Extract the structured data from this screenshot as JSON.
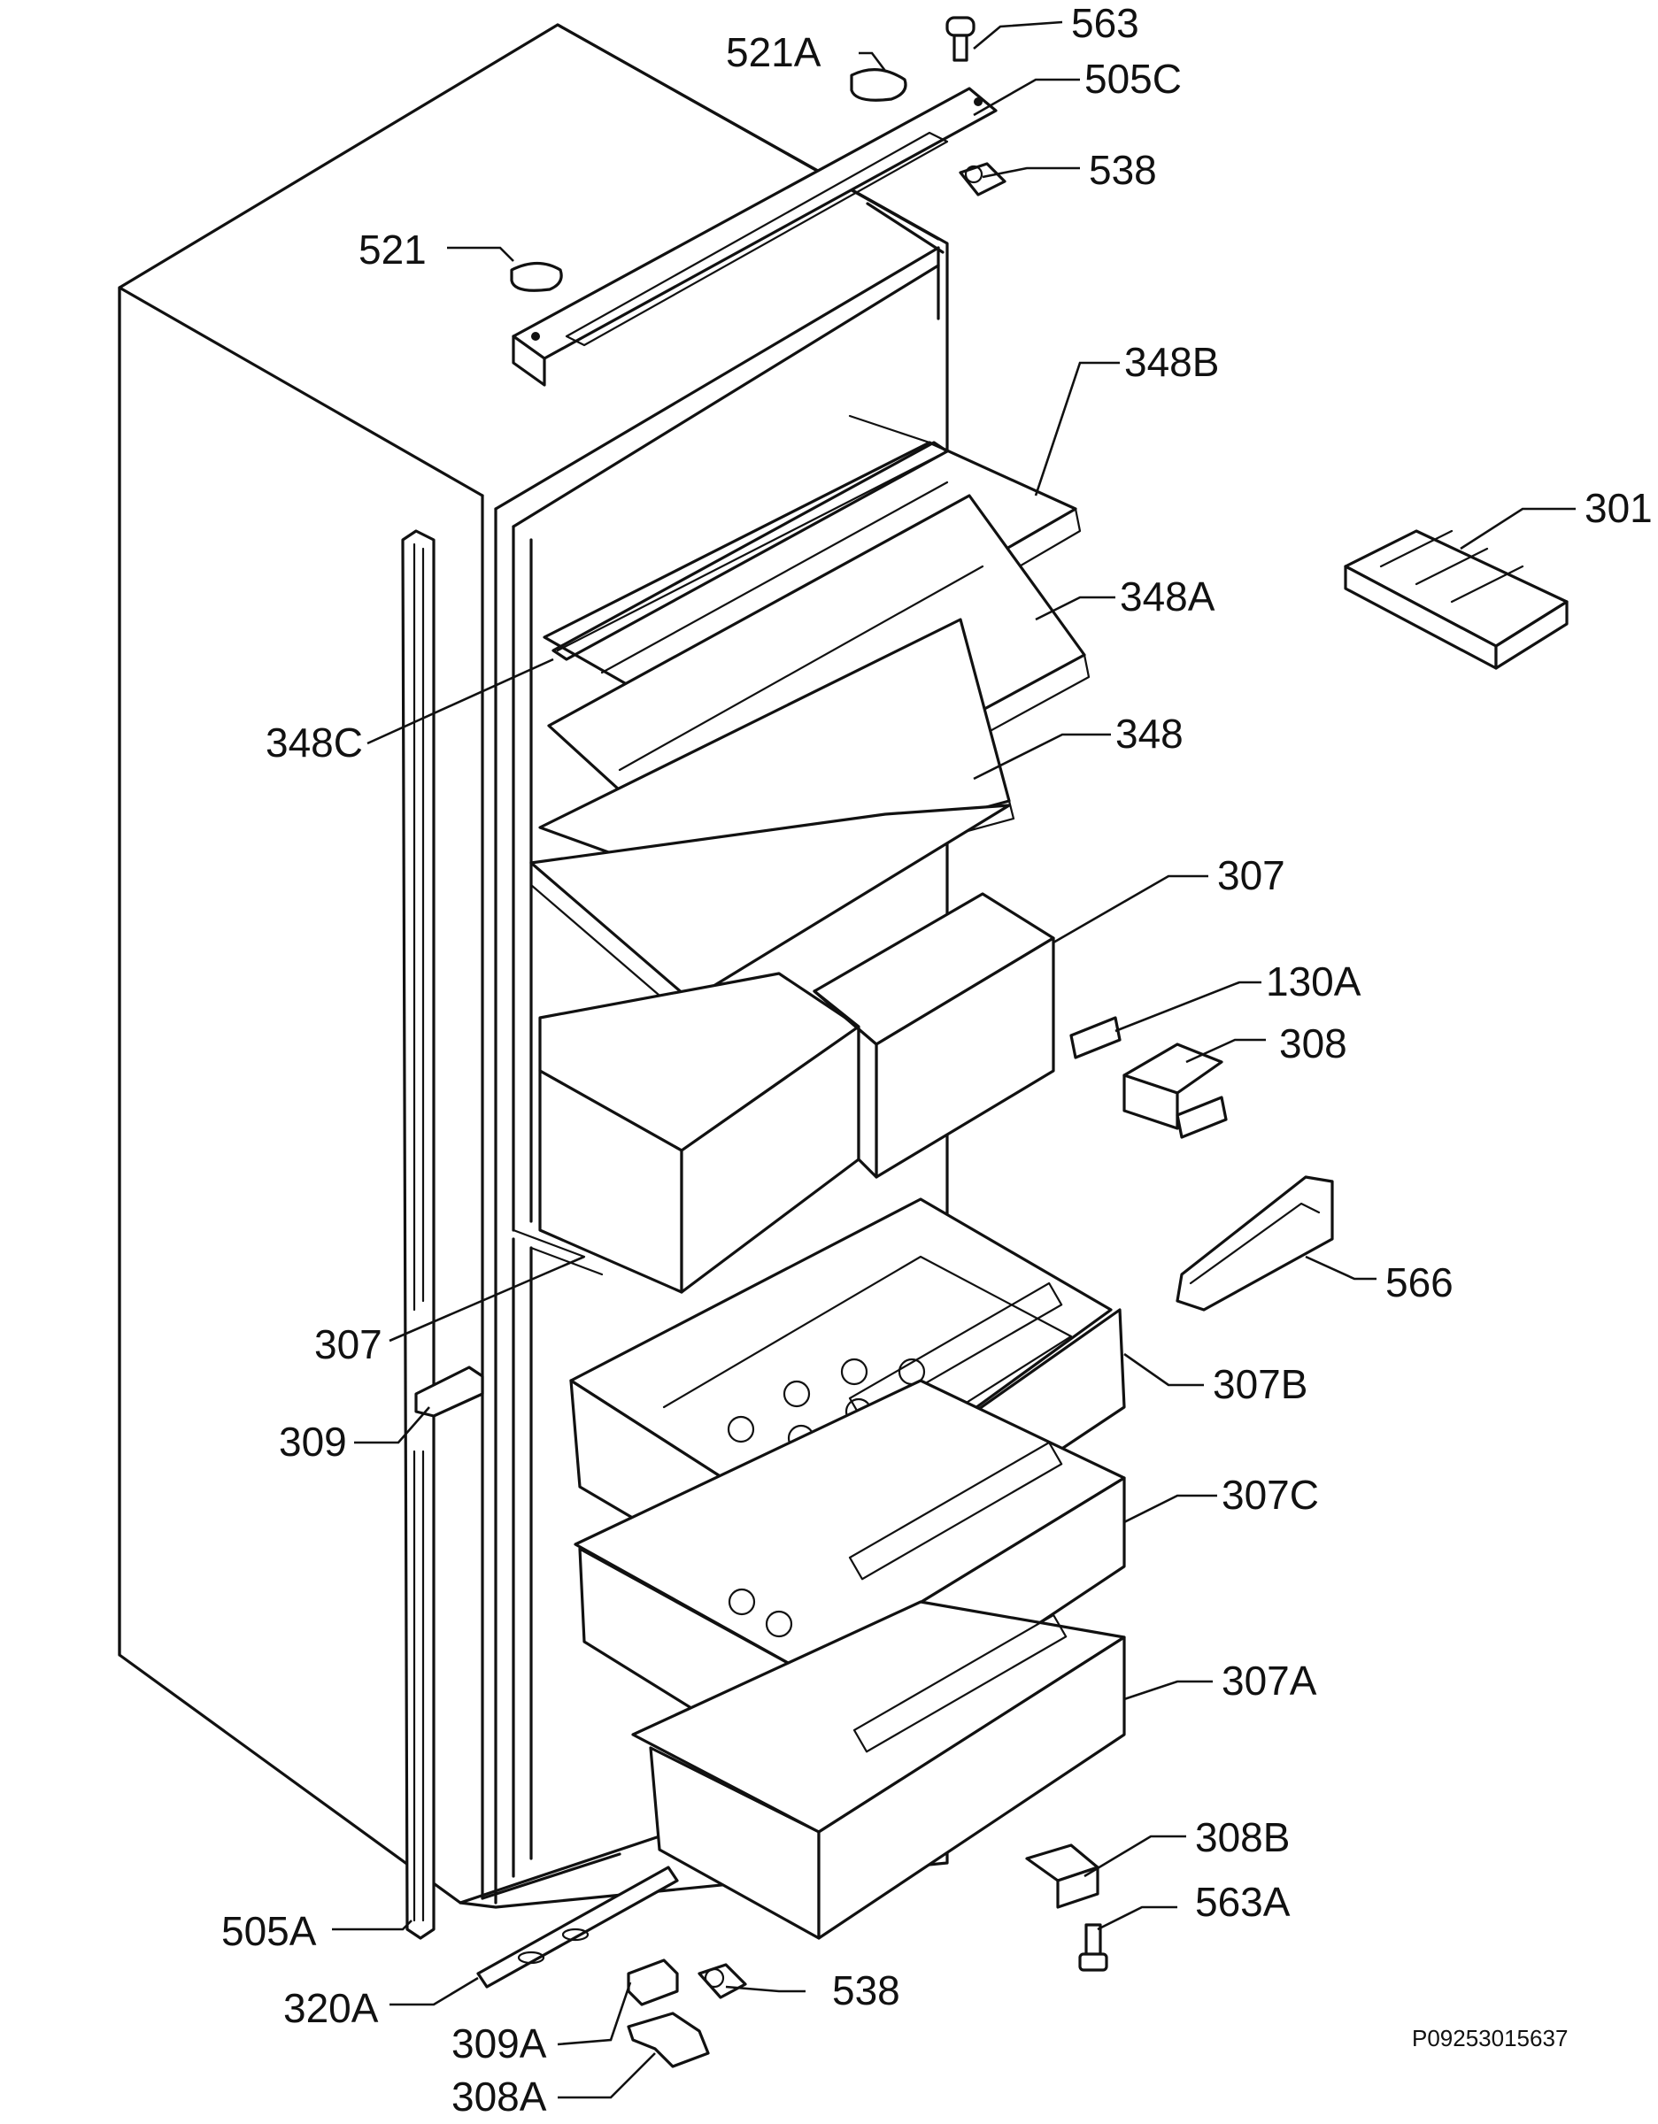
{
  "labels": {
    "l563": "563",
    "l521a": "521A",
    "l505c": "505C",
    "l538a": "538",
    "l521": "521",
    "l348b": "348B",
    "l301": "301",
    "l348a": "348A",
    "l348c": "348C",
    "l348": "348",
    "l307a": "307",
    "l130a": "130A",
    "l308": "308",
    "l566": "566",
    "l307b": "307",
    "l307B": "307B",
    "l309": "309",
    "l307C": "307C",
    "l307A": "307A",
    "l308B": "308B",
    "l563A": "563A",
    "l505A": "505A",
    "l320A": "320A",
    "l538b": "538",
    "l309A": "309A",
    "l308A": "308A"
  },
  "reference": "P09253015637"
}
